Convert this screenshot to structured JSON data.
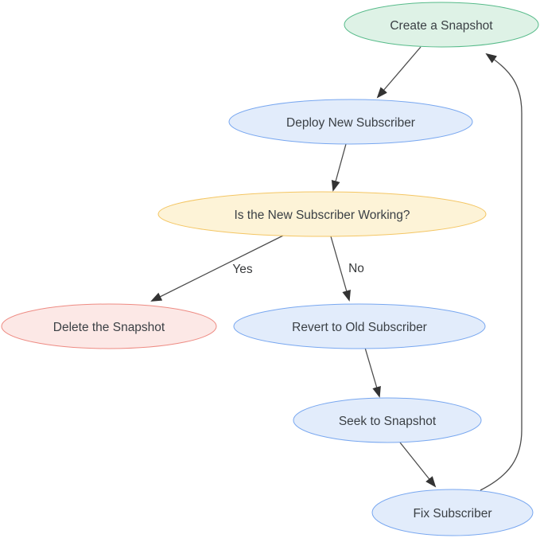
{
  "diagram": {
    "background_color": "#ffffff",
    "text_color": "#3b4045",
    "edge_style": {
      "stroke": "#4c4c4c",
      "arrow_fill": "#333333"
    },
    "nodes": [
      {
        "id": "create-snapshot",
        "label": "Create a Snapshot",
        "fill": "#def2e6",
        "stroke": "#57bb8a"
      },
      {
        "id": "deploy-new-subscriber",
        "label": "Deploy New Subscriber",
        "fill": "#e2ecfb",
        "stroke": "#78a7f0"
      },
      {
        "id": "is-new-subscriber-working",
        "label": "Is the New Subscriber Working?",
        "fill": "#fdf3d7",
        "stroke": "#f4c664"
      },
      {
        "id": "delete-snapshot",
        "label": "Delete the Snapshot",
        "fill": "#fce8e6",
        "stroke": "#ee8b83"
      },
      {
        "id": "revert-to-old-subscriber",
        "label": "Revert to Old Subscriber",
        "fill": "#e2ecfb",
        "stroke": "#78a7f0"
      },
      {
        "id": "seek-to-snapshot",
        "label": "Seek to Snapshot",
        "fill": "#e2ecfb",
        "stroke": "#78a7f0"
      },
      {
        "id": "fix-subscriber",
        "label": "Fix Subscriber",
        "fill": "#e2ecfb",
        "stroke": "#78a7f0"
      }
    ],
    "edges": [
      {
        "from": "create-snapshot",
        "to": "deploy-new-subscriber",
        "label": ""
      },
      {
        "from": "deploy-new-subscriber",
        "to": "is-new-subscriber-working",
        "label": ""
      },
      {
        "from": "is-new-subscriber-working",
        "to": "delete-snapshot",
        "label": "Yes"
      },
      {
        "from": "is-new-subscriber-working",
        "to": "revert-to-old-subscriber",
        "label": "No"
      },
      {
        "from": "revert-to-old-subscriber",
        "to": "seek-to-snapshot",
        "label": ""
      },
      {
        "from": "seek-to-snapshot",
        "to": "fix-subscriber",
        "label": ""
      },
      {
        "from": "fix-subscriber",
        "to": "create-snapshot",
        "label": ""
      }
    ]
  }
}
